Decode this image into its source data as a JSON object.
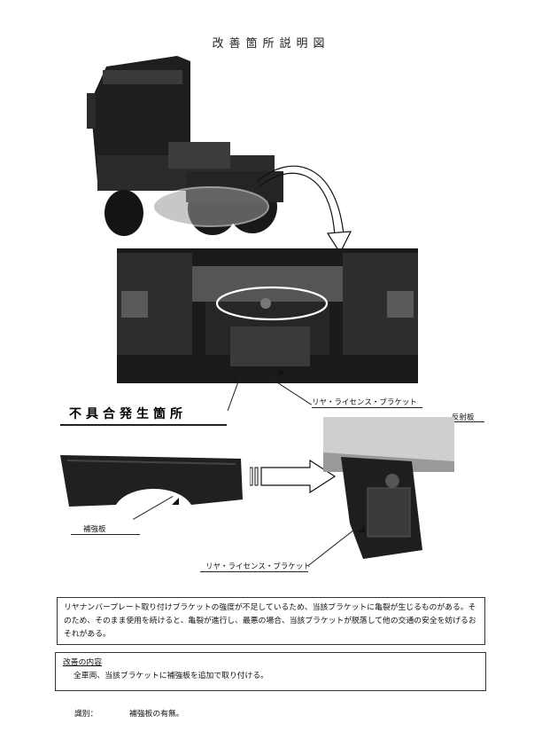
{
  "title": "改善箇所説明図",
  "defect_label": "不具合発生箇所",
  "callouts": {
    "bracket_top": "リヤ・ライセンス・ブラケット",
    "reflector": "反射板",
    "reinforcement_plate": "補強板",
    "bracket_bottom": "リヤ・ライセンス・ブラケット"
  },
  "description": "リヤナンバープレート取り付けブラケットの強度が不足しているため、当該ブラケットに亀裂が生じるものがある。そのため、そのまま使用を続けると、亀裂が進行し、最悪の場合、当該ブラケットが脱落して他の交通の安全を妨げるおそれがある。",
  "improvement": {
    "heading": "改善の内容",
    "text": "全車両、当該ブラケットに補強板を追加で取り付ける。"
  },
  "identification": {
    "label": "識別：",
    "value": "補強板の有無。"
  }
}
